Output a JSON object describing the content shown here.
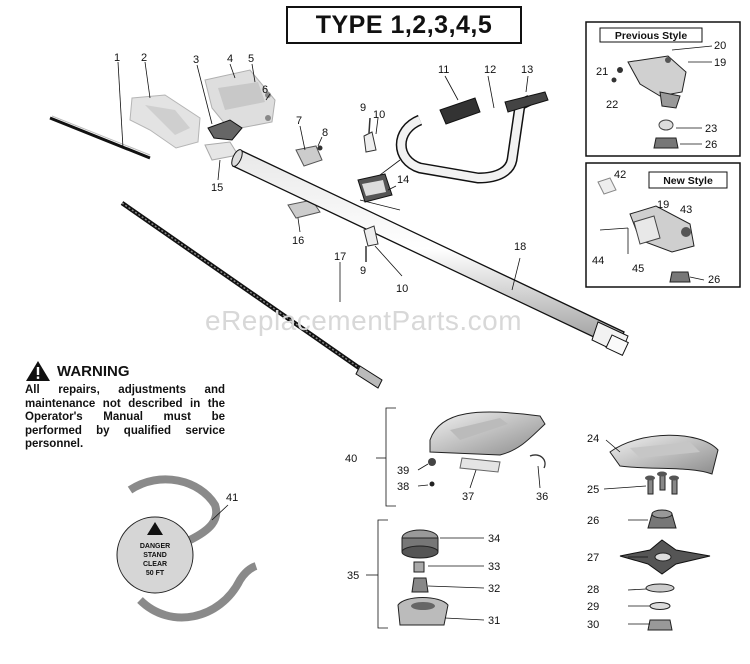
{
  "title": "TYPE 1,2,3,4,5",
  "watermark": "eReplacementParts.com",
  "warning": {
    "heading": "WARNING",
    "body": "All repairs, adjustments and maintenance not described in the Operator's Manual must be performed by qualified service personnel."
  },
  "boxes": {
    "previous": "Previous Style",
    "new": "New Style"
  },
  "decal": [
    "DANGER",
    "STAND",
    "CLEAR",
    "50 FT"
  ],
  "labels": [
    {
      "id": "1",
      "text": "1"
    },
    {
      "id": "2",
      "text": "2"
    },
    {
      "id": "3",
      "text": "3"
    },
    {
      "id": "4",
      "text": "4"
    },
    {
      "id": "5",
      "text": "5"
    },
    {
      "id": "6",
      "text": "6"
    },
    {
      "id": "7",
      "text": "7"
    },
    {
      "id": "8",
      "text": "8"
    },
    {
      "id": "9a",
      "text": "9"
    },
    {
      "id": "10a",
      "text": "10"
    },
    {
      "id": "11",
      "text": "11"
    },
    {
      "id": "12",
      "text": "12"
    },
    {
      "id": "13",
      "text": "13"
    },
    {
      "id": "14",
      "text": "14"
    },
    {
      "id": "15",
      "text": "15"
    },
    {
      "id": "16",
      "text": "16"
    },
    {
      "id": "17",
      "text": "17"
    },
    {
      "id": "18",
      "text": "18"
    },
    {
      "id": "9b",
      "text": "9"
    },
    {
      "id": "10b",
      "text": "10"
    },
    {
      "id": "20",
      "text": "20"
    },
    {
      "id": "19a",
      "text": "19"
    },
    {
      "id": "21",
      "text": "21"
    },
    {
      "id": "22",
      "text": "22"
    },
    {
      "id": "23",
      "text": "23"
    },
    {
      "id": "26a",
      "text": "26"
    },
    {
      "id": "42",
      "text": "42"
    },
    {
      "id": "19b",
      "text": "19"
    },
    {
      "id": "43",
      "text": "43"
    },
    {
      "id": "44",
      "text": "44"
    },
    {
      "id": "45",
      "text": "45"
    },
    {
      "id": "26b",
      "text": "26"
    },
    {
      "id": "40",
      "text": "40"
    },
    {
      "id": "39",
      "text": "39"
    },
    {
      "id": "38",
      "text": "38"
    },
    {
      "id": "37",
      "text": "37"
    },
    {
      "id": "36",
      "text": "36"
    },
    {
      "id": "24",
      "text": "24"
    },
    {
      "id": "25",
      "text": "25"
    },
    {
      "id": "26c",
      "text": "26"
    },
    {
      "id": "27",
      "text": "27"
    },
    {
      "id": "28",
      "text": "28"
    },
    {
      "id": "29",
      "text": "29"
    },
    {
      "id": "30",
      "text": "30"
    },
    {
      "id": "34",
      "text": "34"
    },
    {
      "id": "35",
      "text": "35"
    },
    {
      "id": "33",
      "text": "33"
    },
    {
      "id": "32",
      "text": "32"
    },
    {
      "id": "31",
      "text": "31"
    },
    {
      "id": "41",
      "text": "41"
    }
  ]
}
